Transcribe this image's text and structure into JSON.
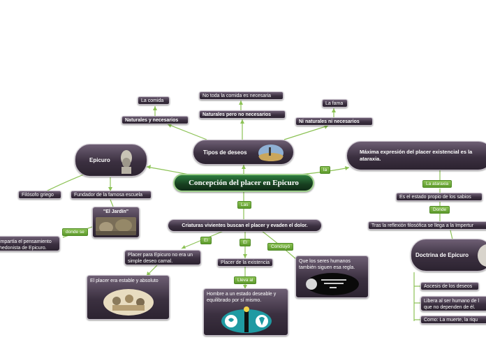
{
  "central": "Concepción del placer en Epicuro",
  "epicuro": {
    "title": "Epicuro",
    "philosopher": "Filósofo griego",
    "founder": "Fundador de la famosa escuela",
    "garden": "\"El Jardín\"",
    "garden_link": "donde se",
    "taught": "impartía el pensamiento hedonista de Epicuro."
  },
  "tipos": {
    "title": "Tipos de deseos",
    "natural": "Naturales y necesarios",
    "natural_example": "La comida",
    "not_necessary": "Naturales pero no necesarios",
    "not_necessary_example": "No toda la comida es necesaria",
    "neither": "Ni naturales ni necesarios",
    "neither_example": "La fama"
  },
  "ataraxia": {
    "link": "la",
    "title": "Máxima expresión del placer existencial es la ataraxia.",
    "tag": "La ataraxia",
    "desc": "Es el estado propio de los sabios",
    "where": "Donde",
    "after": "Tras la reflexión filosófica se llega a la Impertur",
    "doctrine": "Doctrina de Epicuro",
    "items": [
      "Ascesis de los deseos",
      "Libera al ser humano de l que no dependen de él.",
      "Como: La muerte, la riqu"
    ]
  },
  "criaturas": {
    "link": "Las",
    "title": "Criaturas vivientes buscan el placer y evaden el dolor.",
    "link_left": "El",
    "left": "Placer para Epicuro no era un simple deseo carnal.",
    "left_card": "El placer era estable y absoluto",
    "link_mid": "El",
    "mid": "Placer de la existencia",
    "mid_link": "Lleva al",
    "mid_card": "Hombre a un estado deseable y equilibrado por sí mismo.",
    "link_right": "Concluyó",
    "right_card": "Que los seres humanos también siguen esa regla."
  },
  "colors": {
    "line": "#8cc255",
    "node_dark": "#3b3040",
    "main_green": "#1e5a2b",
    "connector": "#8cc255"
  }
}
